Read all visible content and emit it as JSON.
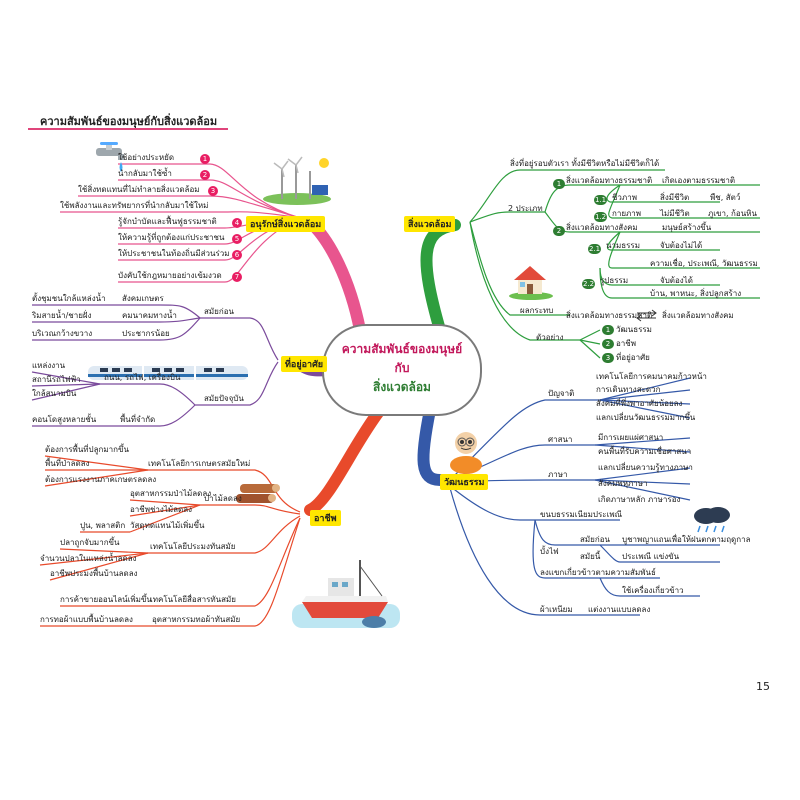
{
  "page": {
    "header": "ความสัมพันธ์ของมนุษย์กับสิ่งแวดล้อม",
    "page_number": "15"
  },
  "center": {
    "line1": "ความสัมพันธ์ของมนุษย์",
    "line2": "กับ",
    "line3": "สิ่งแวดล้อม"
  },
  "branches": {
    "conservation": {
      "label": "อนุรักษ์สิ่งแวดล้อม",
      "color": "#e8558e",
      "items": [
        {
          "text": "ใช้อย่างประหยัด",
          "num": "1"
        },
        {
          "text": "นำกลับมาใช้ซ้ำ",
          "num": "2"
        },
        {
          "text": "ใช้สิ่งทดแทนที่ไม่ทำลายสิ่งแวดล้อม",
          "num": "3"
        },
        {
          "text": "ใช้พลังงานและทรัพยากรที่นำกลับมาใช้ใหม่",
          "num": ""
        },
        {
          "text": "รู้จักบำบัดและฟื้นฟูธรรมชาติ",
          "num": "4"
        },
        {
          "text": "ให้ความรู้ที่ถูกต้องแก่ประชาชน",
          "num": "5"
        },
        {
          "text": "ให้ประชาชนในท้องถิ่นมีส่วนร่วม",
          "num": "6"
        },
        {
          "text": "บังคับใช้กฎหมายอย่างเข้มงวด",
          "num": "7"
        }
      ]
    },
    "dwelling": {
      "label": "ที่อยู่อาศัย",
      "color": "#7b4b9c",
      "past": {
        "label": "สมัยก่อน",
        "subs": [
          {
            "text": "สังคมเกษตร",
            "leaf": "ตั้งชุมชนใกล้แหล่งน้ำ"
          },
          {
            "text": "คมนาคมทางน้ำ",
            "leaf": "ริมสายน้ำ/ชายฝั่ง"
          },
          {
            "text": "ประชากรน้อย",
            "leaf": "บริเวณกว้างขวาง"
          }
        ]
      },
      "present": {
        "label": "สมัยปัจจุบัน",
        "subs": [
          {
            "text": "ถนน, รถไฟ, เครื่องบิน",
            "leaves": [
              "แหล่งงาน",
              "สถานีรถไฟฟ้า",
              "ใกล้สนามบิน"
            ]
          },
          {
            "text": "พื้นที่จำกัด",
            "leaves": [
              "คอนโดสูงหลายชั้น"
            ]
          }
        ]
      }
    },
    "career": {
      "label": "อาชีพ",
      "color": "#e84a2b",
      "groups": [
        {
          "label": "เทคโนโลยีการเกษตรสมัยใหม่",
          "leaves": [
            "ต้องการพื้นที่ปลูกมากขึ้น",
            "พื้นที่ป่าลดลง",
            "ต้องการแรงงานภาคเกษตรลดลง"
          ]
        },
        {
          "label": "ป่าไม้ลดลง",
          "leaves": [
            "อุตสาหกรรมป่าไม้ลดลง",
            "อาชีพช่างไม้ลดลง",
            "วัสดุทดแทนไม้เพิ่มขึ้น"
          ],
          "extra": "ปูน, พลาสติก"
        },
        {
          "label": "เทคโนโลยีประมงทันสมัย",
          "leaves": [
            "ปลาถูกจับมากขึ้น",
            "จำนวนปลาในแหล่งน้ำลดลง",
            "อาชีพประมงพื้นบ้านลดลง"
          ]
        },
        {
          "label": "เทคโนโลยีสื่อสารทันสมัย",
          "leaves": [
            "การค้าขายออนไลน์เพิ่มขึ้น"
          ]
        },
        {
          "label": "อุตสาหกรรมทอผ้าทันสมัย",
          "leaves": [
            "การทอผ้าแบบพื้นบ้านลดลง"
          ]
        }
      ]
    },
    "environment": {
      "label": "สิ่งแวดล้อม",
      "color": "#2e9e3e",
      "definition": "สิ่งที่อยู่รอบตัวเรา ทั้งมีชีวิตหรือไม่มีชีวิตก็ได้",
      "types_label": "2 ประเภท",
      "natural": {
        "num": "1",
        "label": "สิ่งแวดล้อมทางธรรมชาติ",
        "leaf": "เกิดเองตามธรรมชาติ",
        "sub1": {
          "num": "1.1",
          "label": "ชีวภาพ",
          "mid": "สิ่งมีชีวิต",
          "leaf": "พืช, สัตว์"
        },
        "sub2": {
          "num": "1.2",
          "label": "กายภาพ",
          "mid": "ไม่มีชีวิต",
          "leaf": "ภูเขา, ก้อนหิน"
        }
      },
      "social": {
        "num": "2",
        "label": "สิ่งแวดล้อมทางสังคม",
        "leaf": "มนุษย์สร้างขึ้น",
        "sub1": {
          "num": "2.1",
          "label": "นามธรรม",
          "mid": "จับต้องไม่ได้",
          "leaf": "ความเชื่อ, ประเพณี, วัฒนธรรม"
        },
        "sub2": {
          "num": "2.2",
          "label": "รูปธรรม",
          "mid": "จับต้องได้",
          "leaf": "บ้าน, พาหนะ, สิ่งปลูกสร้าง"
        }
      },
      "impact_label": "ผลกระทบ",
      "impact_left": "สิ่งแวดล้อมทางธรรมชาติ",
      "impact_right": "สิ่งแวดล้อมทางสังคม",
      "examples_label": "ตัวอย่าง",
      "examples": [
        {
          "num": "1",
          "text": "วัฒนธรรม"
        },
        {
          "num": "2",
          "text": "อาชีพ"
        },
        {
          "num": "3",
          "text": "ที่อยู่อาศัย"
        }
      ]
    },
    "culture": {
      "label": "วัฒนธรรม",
      "color": "#3559a8",
      "groups": [
        {
          "label": "ปัญจาติ",
          "leaves": [
            "เทคโนโลยีการคมนาคมก้าวหน้า",
            "การเดินทางสะดวก",
            "สังคมที่พึ่งพาอาศัยน้อยลง",
            "แลกเปลี่ยนวัฒนธรรมมากขึ้น"
          ]
        },
        {
          "label": "ศาสนา",
          "leaves": [
            "มีการเผยแผ่ศาสนา",
            "คนพื้นที่รับความเชื่อศาสนา"
          ]
        },
        {
          "label": "ภาษา",
          "leaves": [
            "แลกเปลี่ยนความรู้ทางภาษา",
            "สังคมพหุภาษา",
            "เกิดภาษาหลัก ภาษารอง"
          ]
        }
      ],
      "tradition": {
        "label": "ขนบธรรมเนียมประเพณี",
        "sub": "บั้งไฟ",
        "rows": [
          {
            "mid": "สมัยก่อน",
            "leaf": "บูชาพญาแถนเพื่อให้ฝนตกตามฤดูกาล"
          },
          {
            "mid": "สมัยนี้",
            "leaf": "ประเพณี แข่งขัน"
          }
        ],
        "row2": "ลงแขกเกี่ยวข้าวตามความสัมพันธ์",
        "row2_leaf": "ใช้เครื่องเกี่ยวข้าว"
      },
      "clothing": {
        "label": "ผ้าเหนียม",
        "leaf": "แต่งงานแบบลดลง"
      }
    }
  },
  "icons": [
    "faucet-icon",
    "wind-turbine-icon",
    "train-icon",
    "logs-icon",
    "fishing-boat-icon",
    "house-icon",
    "monk-icon",
    "rain-cloud-icon"
  ]
}
